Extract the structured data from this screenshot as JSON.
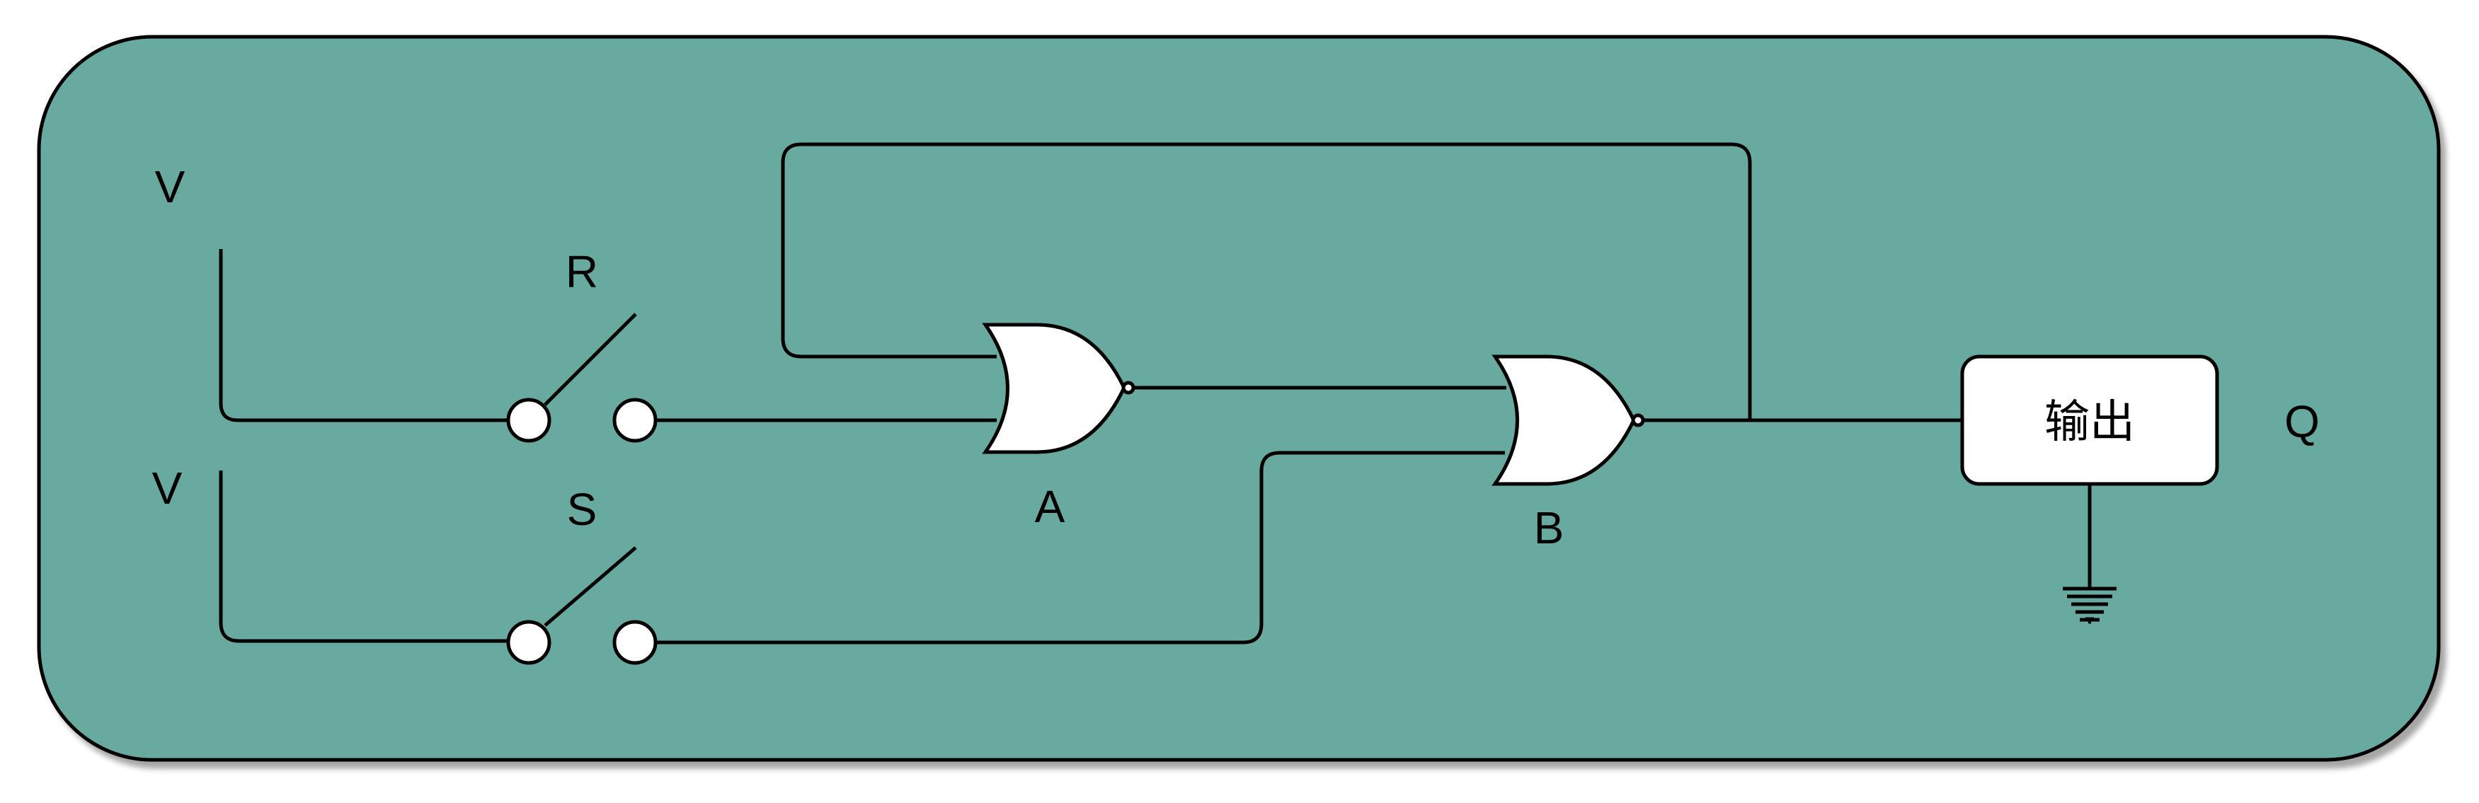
{
  "labels": {
    "supply_top": "V",
    "supply_bottom": "V",
    "switch_r": "R",
    "switch_s": "S",
    "gate_a": "A",
    "gate_b": "B",
    "output_box": "输出",
    "output_q": "Q"
  },
  "colors": {
    "panel_fill": "#67aa9f",
    "component_fill": "#ffffff",
    "stroke": "#000000"
  },
  "icons": {
    "gate_a": "nor-gate-icon",
    "gate_b": "nor-gate-icon",
    "ground": "ground-icon",
    "switch": "switch-icon"
  }
}
